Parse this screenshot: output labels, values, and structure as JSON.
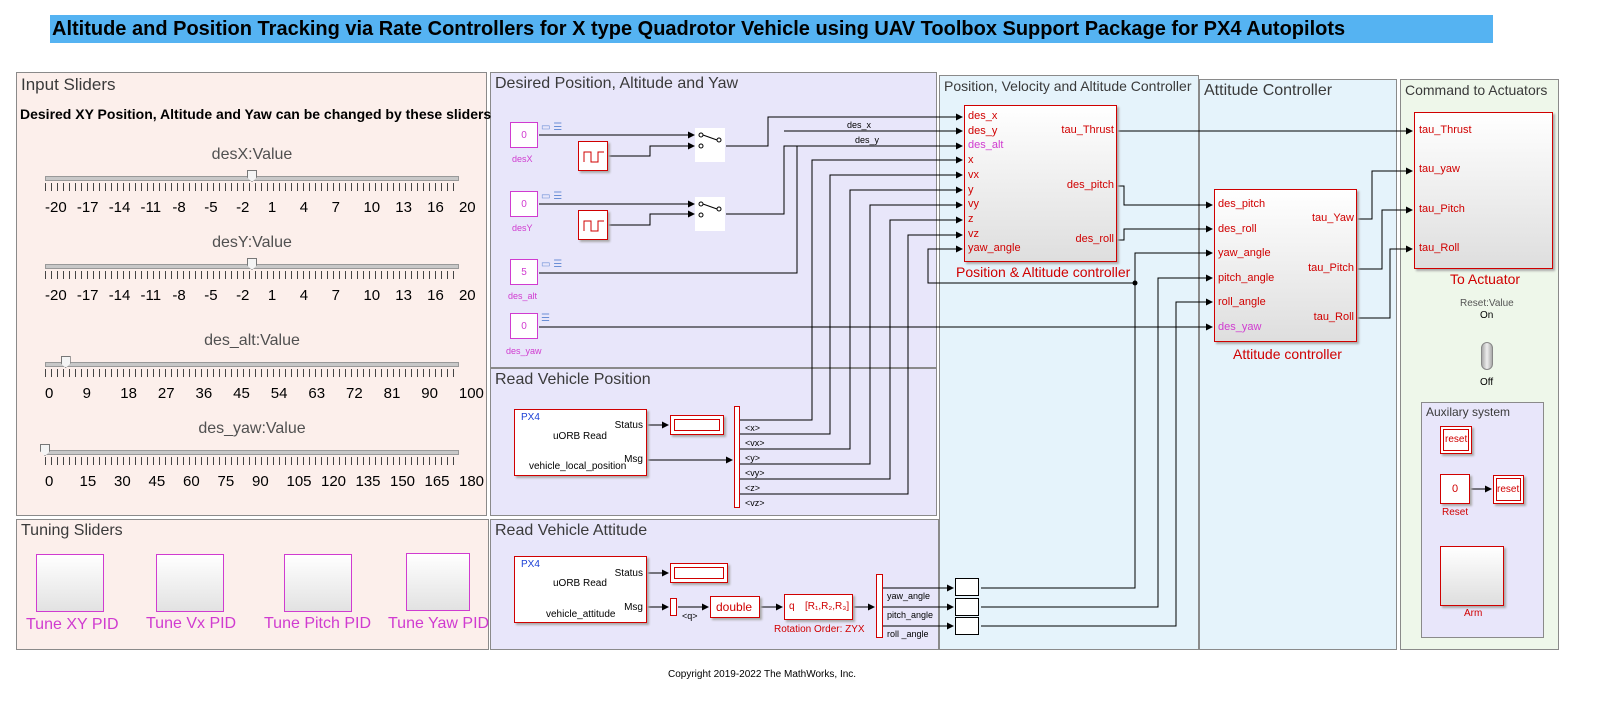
{
  "title": "Altitude and Position Tracking via Rate Controllers for X type Quadrotor Vehicle using UAV Toolbox Support Package for PX4 Autopilots",
  "copyright": "Copyright 2019-2022 The MathWorks, Inc.",
  "areas": {
    "input_sliders": "Input Sliders",
    "tuning_sliders": "Tuning Sliders",
    "desired": "Desired Position, Altitude and Yaw",
    "read_position": "Read Vehicle Position",
    "read_attitude": "Read Vehicle Attitude",
    "pos_controller": "Position, Velocity and Altitude Controller",
    "att_controller": "Attitude Controller",
    "actuators": "Command to Actuators",
    "auxiliary": "Auxilary system"
  },
  "input_sliders": {
    "description": "Desired XY Position, Altitude and Yaw can be changed by these sliders",
    "sliders": [
      {
        "label": "desX:Value",
        "value": 0,
        "ticks": [
          "-20",
          "-17",
          "-14",
          "-11",
          "-8",
          "-5",
          "-2",
          "1",
          "4",
          "7",
          "10",
          "13",
          "16",
          "20"
        ]
      },
      {
        "label": "desY:Value",
        "value": 0,
        "ticks": [
          "-20",
          "-17",
          "-14",
          "-11",
          "-8",
          "-5",
          "-2",
          "1",
          "4",
          "7",
          "10",
          "13",
          "16",
          "20"
        ]
      },
      {
        "label": "des_alt:Value",
        "value": 5,
        "ticks": [
          "0",
          "9",
          "18",
          "27",
          "36",
          "45",
          "54",
          "63",
          "72",
          "81",
          "90",
          "100"
        ]
      },
      {
        "label": "des_yaw:Value",
        "value": 0,
        "ticks": [
          "0",
          "15",
          "30",
          "45",
          "60",
          "75",
          "90",
          "105",
          "120",
          "135",
          "150",
          "165",
          "180"
        ]
      }
    ]
  },
  "tuning": [
    "Tune XY PID",
    "Tune Vx PID",
    "Tune Pitch PID",
    "Tune Yaw PID"
  ],
  "desired": {
    "constants": [
      {
        "value": "0",
        "name": "desX"
      },
      {
        "value": "0",
        "name": "desY"
      },
      {
        "value": "5",
        "name": "des_alt"
      },
      {
        "value": "0",
        "name": "des_yaw"
      }
    ],
    "signals": [
      "des_x",
      "des_y"
    ]
  },
  "read_position": {
    "block_header": "PX4",
    "block_title": "uORB Read",
    "topic": "vehicle_local_position",
    "port_status": "Status",
    "port_msg": "Msg",
    "outputs": [
      "<x>",
      "<vx>",
      "<y>",
      "<vy>",
      "<z>",
      "<vz>"
    ]
  },
  "read_attitude": {
    "block_header": "PX4",
    "block_title": "uORB Read",
    "topic": "vehicle_attitude",
    "port_status": "Status",
    "port_msg": "Msg",
    "q_label": "<q>",
    "double_label": "double",
    "rot_in": "q",
    "rot_out": "[R₁,R₂,R₃]",
    "rot_caption": "Rotation Order: ZYX",
    "outputs": [
      "yaw_angle",
      "pitch_angle",
      "roll _angle"
    ]
  },
  "pos_controller": {
    "name": "Position & Altitude controller",
    "inputs": [
      "des_x",
      "des_y",
      "des_alt",
      "x",
      "vx",
      "y",
      "vy",
      "z",
      "vz",
      "yaw_angle"
    ],
    "outputs": [
      "tau_Thrust",
      "des_pitch",
      "des_roll"
    ]
  },
  "att_controller": {
    "name": "Attitude controller",
    "inputs": [
      "des_pitch",
      "des_roll",
      "yaw_angle",
      "pitch_angle",
      "roll_angle",
      "des_yaw"
    ],
    "outputs": [
      "tau_Yaw",
      "tau_Pitch",
      "tau_Roll"
    ]
  },
  "actuators": {
    "name": "To Actuator",
    "inputs": [
      "tau_Thrust",
      "tau_yaw",
      "tau_Pitch",
      "tau_Roll"
    ],
    "reset_label": "Reset:Value",
    "switch_on": "On",
    "switch_off": "Off"
  },
  "auxiliary": {
    "reset_goto": "reset",
    "reset_const_value": "0",
    "reset_const_name": "Reset",
    "reset_from": "reset",
    "arm_name": "Arm"
  },
  "colors": {
    "title_bg": "#55b3f2",
    "block_red": "#d00000",
    "magenta": "#d03bd0"
  }
}
